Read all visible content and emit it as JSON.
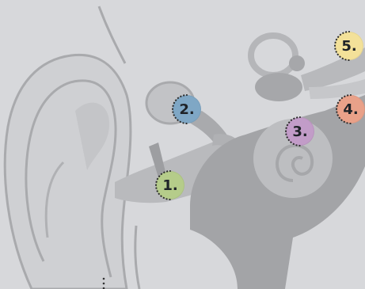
{
  "colors": {
    "background": "#d7d8db",
    "ear_outline": "#a9aaad",
    "ear_fill": "#c9cacd",
    "canal_fill": "#b6b7ba",
    "inner_fill": "#9fa0a3",
    "marker_1": "#b5cc8a",
    "marker_2": "#7fa7c5",
    "marker_3": "#c29cc8",
    "marker_4": "#e9a189",
    "marker_5": "#f3e199"
  },
  "markers": [
    {
      "label": "1.",
      "color": "#b5cc8a"
    },
    {
      "label": "2.",
      "color": "#7fa7c5"
    },
    {
      "label": "3.",
      "color": "#c29cc8"
    },
    {
      "label": "4.",
      "color": "#e9a189"
    },
    {
      "label": "5.",
      "color": "#f3e199"
    }
  ]
}
